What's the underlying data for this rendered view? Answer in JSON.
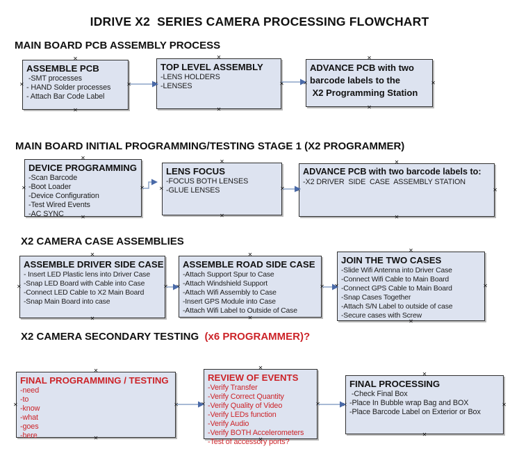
{
  "title": "IDRIVE X2  SERIES CAMERA PROCESSING FLOWCHART",
  "sections": {
    "s1": {
      "header": "MAIN BOARD PCB ASSEMBLY PROCESS"
    },
    "s2": {
      "header": "MAIN BOARD INITIAL PROGRAMMING/TESTING STAGE 1 (X2 PROGRAMMER)"
    },
    "s3": {
      "header": "X2 CAMERA CASE ASSEMBLIES"
    },
    "s4": {
      "header_black": "X2 CAMERA SECONDARY TESTING ",
      "header_red": " (x6 PROGRAMMER)?"
    }
  },
  "boxes": {
    "assemble_pcb": {
      "title": "ASSEMBLE PCB",
      "items": [
        " -SMT processes",
        "- HAND Solder processes",
        "- Attach Bar Code Label"
      ]
    },
    "top_level_assembly": {
      "title": "TOP LEVEL ASSEMBLY",
      "items": [
        "-LENS HOLDERS",
        "-LENSES"
      ]
    },
    "advance_pcb_programming_station": {
      "items": [
        "ADVANCE PCB with two",
        "barcode labels to the",
        " X2 Programming Station"
      ]
    },
    "device_programming": {
      "title": "DEVICE PROGRAMMING",
      "items": [
        "-Scan Barcode",
        "-Boot Loader",
        "-Device Configuration",
        "-Test Wired Events",
        "-AC SYNC"
      ]
    },
    "lens_focus": {
      "title": "LENS FOCUS",
      "items": [
        "-FOCUS BOTH LENSES",
        "-GLUE LENSES"
      ]
    },
    "advance_pcb_driver_side": {
      "title": "ADVANCE PCB with two barcode labels to:",
      "items": [
        "-X2 DRIVER  SIDE  CASE  ASSEMBLY STATION"
      ]
    },
    "assemble_driver_side_case": {
      "title": "ASSEMBLE DRIVER SIDE CASE",
      "items": [
        "- Insert LED Plastic lens into Driver Case",
        "-Snap LED Board with Cable into Case",
        "-Connect LED Cable to X2 Main Board",
        "-Snap Main Board into case"
      ]
    },
    "assemble_road_side_case": {
      "title": "ASSEMBLE ROAD SIDE CASE",
      "items": [
        "-Attach Support Spur to Case",
        "-Attach Windshield Support",
        "-Attach Wifi Assembly to Case",
        "-Insert GPS Module into Case",
        "-Attach Wifi Label to Outside of Case"
      ]
    },
    "join_the_two_cases": {
      "title": "JOIN THE TWO CASES",
      "items": [
        "-Slide Wifi Antenna into Driver Case",
        "-Connect Wifi Cable to Main Board",
        "-Connect GPS Cable to Main Board",
        "-Snap Cases Together",
        "-Attach S/N Label to outside of case",
        "-Secure cases with Screw"
      ]
    },
    "final_programming_testing": {
      "title": "FINAL PROGRAMMING / TESTING",
      "items": [
        "-need",
        "-to",
        "-know",
        "-what",
        "-goes",
        "-here"
      ]
    },
    "review_of_events": {
      "title": "REVIEW OF EVENTS",
      "items": [
        "-Verify Transfer",
        "-Verify Correct Quantity",
        "-Verify Quality of Video",
        "-Verify LEDs function",
        "-Verify Audio",
        "-Verify BOTH Accelerometers",
        "-Test of accessory ports?"
      ]
    },
    "final_processing": {
      "title": "FINAL PROCESSING",
      "items": [
        " -Check Final Box",
        "-Place In Bubble wrap Bag and BOX",
        "-Place Barcode Label on Exterior or Box"
      ]
    }
  },
  "icons": {
    "connector_handle": "✕"
  },
  "colors": {
    "box_fill": "#dde3f0",
    "box_border": "#2f2f2f",
    "red_text": "#cc2328",
    "arrow_line": "#8ba3c7",
    "arrow_head": "#4a6aa8"
  }
}
